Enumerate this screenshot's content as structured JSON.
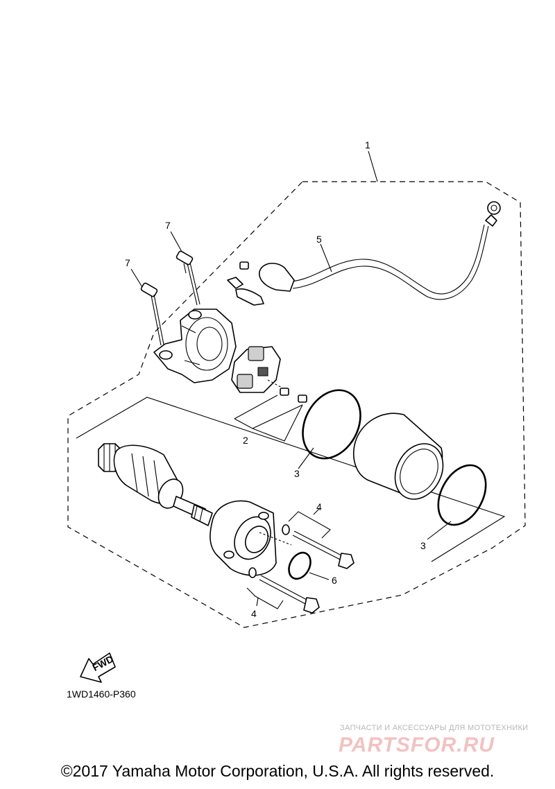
{
  "diagram": {
    "callouts": {
      "c1": "1",
      "c2": "2",
      "c3a": "3",
      "c3b": "3",
      "c4a": "4",
      "c4b": "4",
      "c5": "5",
      "c6": "6",
      "c7a": "7",
      "c7b": "7"
    },
    "fwd_label": "FWD",
    "reference_code": "1WD1460-P360"
  },
  "watermark": {
    "tagline": "ЗАПЧАСТИ И АКСЕССУАРЫ ДЛЯ МОТОТЕХНИКИ",
    "logo": "PARTSFOR.RU"
  },
  "footer": {
    "copyright": "©2017 Yamaha Motor Corporation, U.S.A. All rights reserved."
  }
}
